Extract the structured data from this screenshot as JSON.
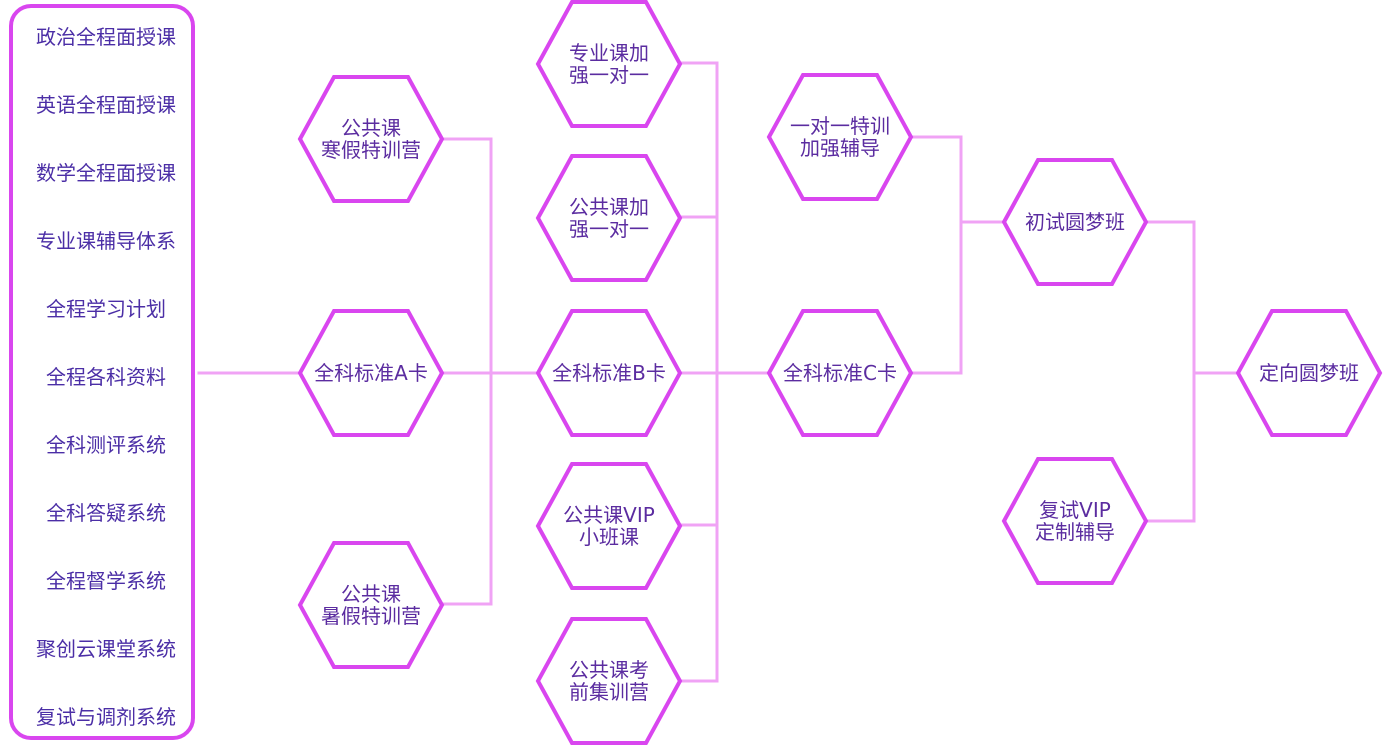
{
  "colors": {
    "border": "#d946ef",
    "connector": "#f0a3f5",
    "text": "#5b2ca0",
    "panel_text": "#4b2ea6"
  },
  "left_panel": {
    "items": [
      "政治全程面授课",
      "英语全程面授课",
      "数学全程面授课",
      "专业课辅导体系",
      "全程学习计划",
      "全程各科资料",
      "全科测评系统",
      "全科答疑系统",
      "全程督学系统",
      "聚创云课堂系统",
      "复试与调剂系统"
    ]
  },
  "nodes": {
    "public_winter": {
      "lines": [
        "公共课",
        "寒假特训营"
      ]
    },
    "card_a": {
      "lines": [
        "全科标准A卡"
      ]
    },
    "public_summer": {
      "lines": [
        "公共课",
        "暑假特训营"
      ]
    },
    "major_one_on_one": {
      "lines": [
        "专业课加",
        "强一对一"
      ]
    },
    "public_one_on_one": {
      "lines": [
        "公共课加",
        "强一对一"
      ]
    },
    "card_b": {
      "lines": [
        "全科标准B卡"
      ]
    },
    "public_vip": {
      "lines": [
        "公共课VIP",
        "小班课"
      ]
    },
    "public_exam_camp": {
      "lines": [
        "公共课考",
        "前集训营"
      ]
    },
    "one_on_one_special": {
      "lines": [
        "一对一特训",
        "加强辅导"
      ]
    },
    "card_c": {
      "lines": [
        "全科标准C卡"
      ]
    },
    "first_exam_dream": {
      "lines": [
        "初试圆梦班"
      ]
    },
    "retest_vip": {
      "lines": [
        "复试VIP",
        "定制辅导"
      ]
    },
    "directed_dream": {
      "lines": [
        "定向圆梦班"
      ]
    }
  }
}
